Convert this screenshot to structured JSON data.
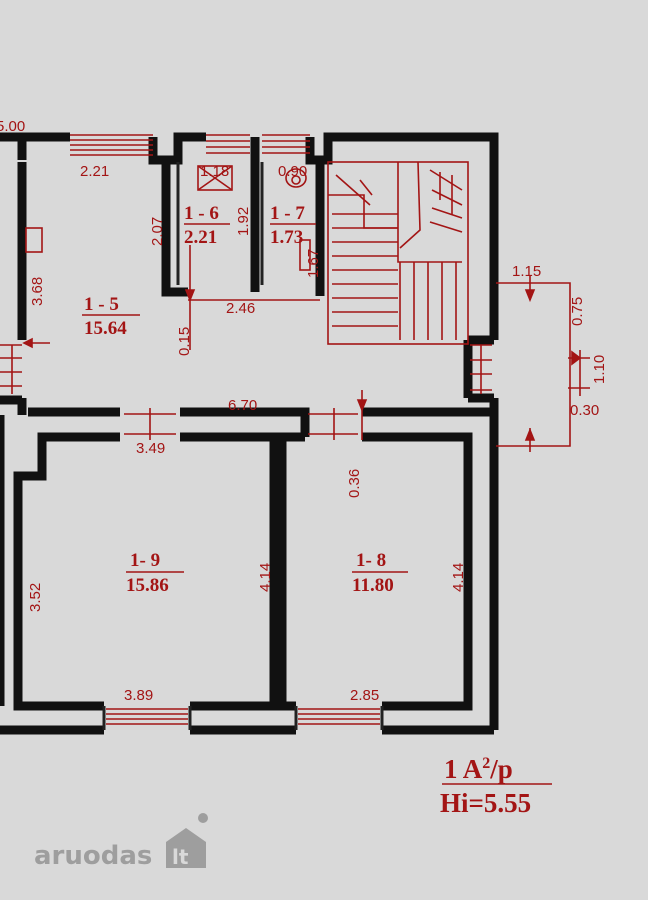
{
  "rooms": [
    {
      "id": "1 - 5",
      "area": "15.64"
    },
    {
      "id": "1 - 6",
      "area": "2.21"
    },
    {
      "id": "1 - 7",
      "area": "1.73"
    },
    {
      "id": "1- 9",
      "area": "15.86"
    },
    {
      "id": "1- 8",
      "area": "11.80"
    }
  ],
  "dimensions": {
    "top_edge": "5.00",
    "d_2_21": "2.21",
    "d_1_18": "1.18",
    "d_0_90": "0.90",
    "d_2_07": "2.07",
    "d_1_92": "1.92",
    "d_1_67": "1.67",
    "d_3_68": "3.68",
    "d_2_46": "2.46",
    "d_0_15": "0.15",
    "d_6_70": "6.70",
    "d_3_49": "3.49",
    "d_0_36": "0.36",
    "d_1_15": "1.15",
    "d_0_75": "0.75",
    "d_1_10": "1.10",
    "d_0_30": "0.30",
    "d_3_52": "3.52",
    "d_4_14_a": "4.14",
    "d_4_14_b": "4.14",
    "d_3_89": "3.89",
    "d_2_85": "2.85"
  },
  "floor_label": {
    "line1": "1 A",
    "sup": "2",
    "slash": "/p",
    "line2": "Hi=5.55"
  },
  "watermark": {
    "text": "aruodas",
    "suffix": "lt"
  },
  "colors": {
    "annotation": "#a31515",
    "wall": "#111111",
    "background": "#d9d9d9",
    "watermark": "#9e9e9e"
  }
}
